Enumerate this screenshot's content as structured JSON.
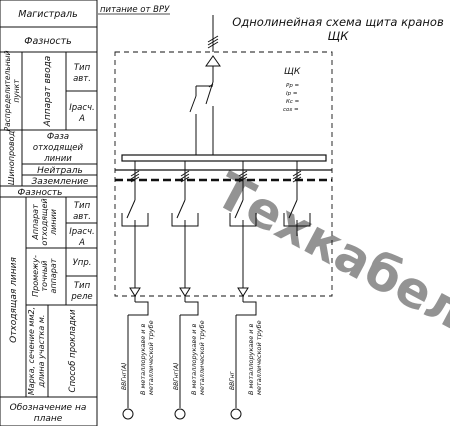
{
  "title_line1": "Однолинейная схема щита кранов",
  "title_line2": "ЩК",
  "supply_label": "питание от ВРУ",
  "left_table": {
    "magistral": "Магистраль",
    "faznost_top": "Фазность",
    "rasp_punkt": [
      "Распределительный",
      "пункт"
    ],
    "apparat_vvoda": "Аппарат ввода",
    "tip_avt": [
      "Тип",
      "авт."
    ],
    "i_rasch": [
      "Iрасч.",
      "А"
    ],
    "shinoprovod": "Шинопровод",
    "faza_linii": [
      "Фаза",
      "отходящей",
      "линии"
    ],
    "neitral": "Нейтраль",
    "zazemlenie": "Заземление",
    "faznost_mid": "Фазность",
    "othod_liniya": "Отходящая линия",
    "apparat_othod": [
      "Аппарат",
      "отходящей",
      "линии"
    ],
    "tip_avt2": [
      "Тип",
      "авт."
    ],
    "i_rasch2": [
      "Iрасч.",
      "А"
    ],
    "promezh": [
      "Промежу-",
      "точный",
      "аппарат"
    ],
    "upr": "Упр.",
    "tip_rele": [
      "Тип",
      "реле"
    ],
    "marka": [
      "Марка, сечение мм2,",
      "длина участка м."
    ],
    "sposob": "Способ прокладки",
    "oboznachenie": [
      "Обозначение на",
      "плане"
    ]
  },
  "panel": {
    "name": "ЩК",
    "params": [
      "Рр =",
      "Iр =",
      "Кс =",
      "cos ="
    ]
  },
  "feeders": [
    {
      "cable": "ВВГнг(А)",
      "method": [
        "В металлорукаве и в",
        "металлической трубе"
      ]
    },
    {
      "cable": "ВВГнг(А)",
      "method": [
        "В металлорукаве и в",
        "металлической трубе"
      ]
    },
    {
      "cable": "ВВГнг",
      "method": [
        "В металлорукаве и в",
        "металлической трубе"
      ]
    }
  ],
  "watermark": "Техкабель"
}
